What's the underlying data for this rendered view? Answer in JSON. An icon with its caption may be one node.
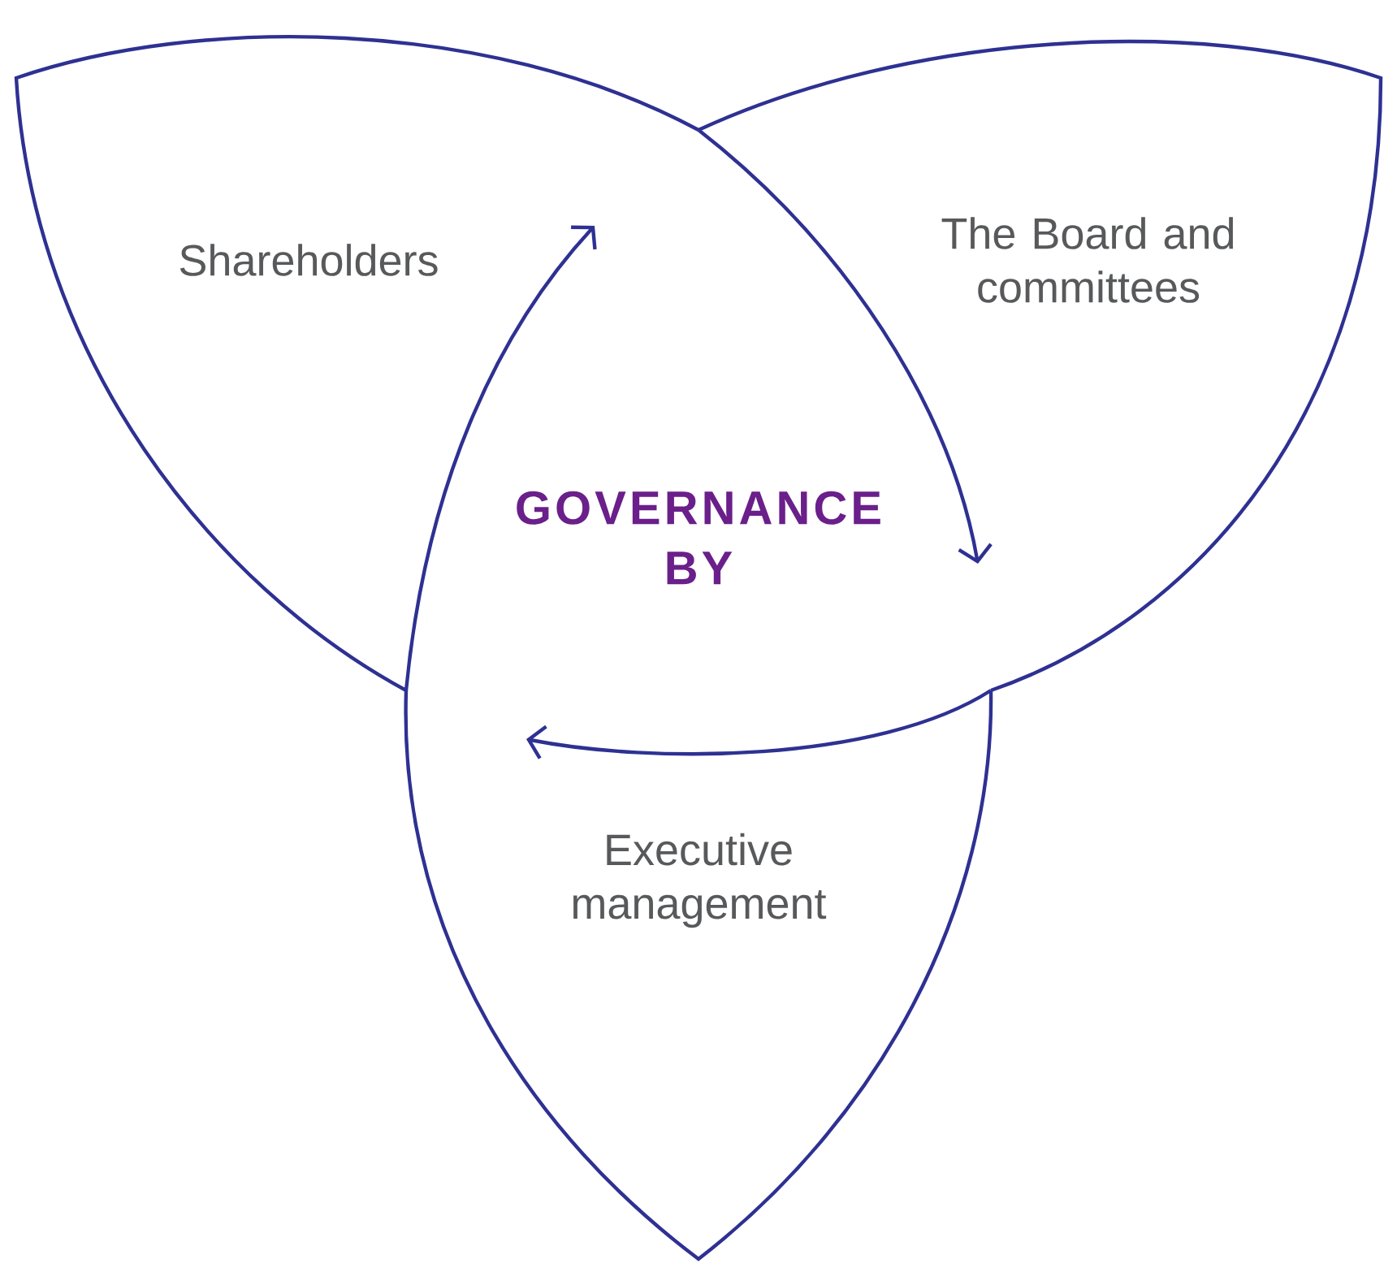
{
  "diagram": {
    "nodes": [
      {
        "text": [
          "Shareholders"
        ]
      },
      {
        "text": [
          "The Board and committees"
        ]
      },
      {
        "text": [
          "Executive management"
        ]
      }
    ],
    "edges": [
      {
        "from": 2,
        "to": 0,
        "arrow": "to"
      },
      {
        "from": 0,
        "to": 1,
        "arrow": "to"
      },
      {
        "from": 1,
        "to": 2,
        "arrow": "to"
      }
    ],
    "labels": [
      "GOVERNANCE BY"
    ]
  }
}
